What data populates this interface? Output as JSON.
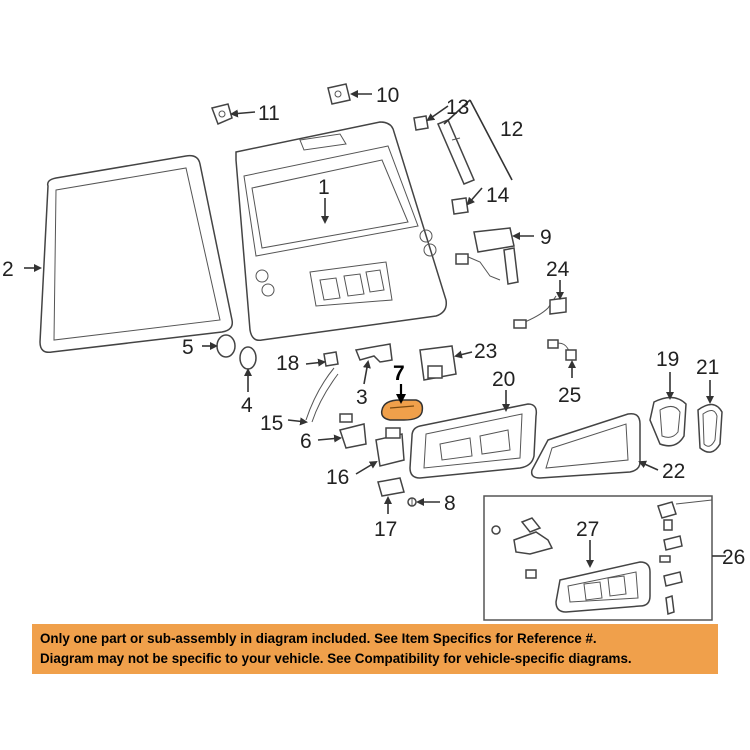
{
  "labels": {
    "l1": "1",
    "l2": "2",
    "l3": "3",
    "l4": "4",
    "l5": "5",
    "l6": "6",
    "l7": "7",
    "l8": "8",
    "l9": "9",
    "l10": "10",
    "l11": "11",
    "l12": "12",
    "l13": "13",
    "l14": "14",
    "l15": "15",
    "l16": "16",
    "l17": "17",
    "l18": "18",
    "l19": "19",
    "l20": "20",
    "l21": "21",
    "l22": "22",
    "l23": "23",
    "l24": "24",
    "l25": "25",
    "l26": "26",
    "l27": "27"
  },
  "highlight": {
    "part_number": "7",
    "color": "#f0a04b"
  },
  "notice": {
    "line1": "Only one part or sub-assembly in diagram included. See Item Specifics for Reference #.",
    "line2": "Diagram may not be specific to your vehicle. See Compatibility for vehicle-specific diagrams.",
    "background": "#f0a04b"
  }
}
